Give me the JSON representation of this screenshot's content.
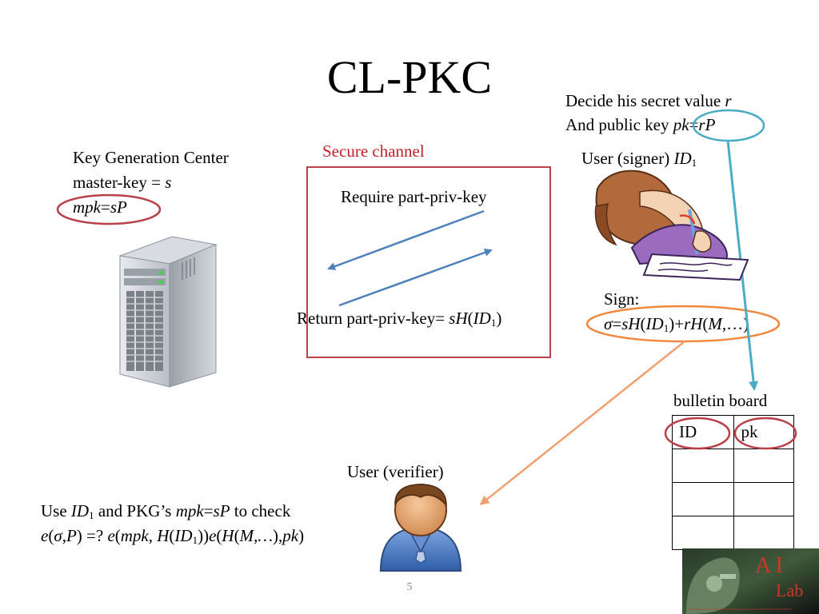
{
  "slide": {
    "title": "CL-PKC",
    "page_number": "5"
  },
  "kgc": {
    "line1": "Key Generation Center",
    "master_key_prefix": "master-key = ",
    "master_key_var": "s",
    "mpk_var": "mpk",
    "mpk_eq": "=",
    "mpk_val": "sP"
  },
  "secure_channel": {
    "label": "Secure channel",
    "require": "Require part-priv-key",
    "return_prefix": "Return part-priv-key= ",
    "return_sH": "sH",
    "return_open": "(",
    "return_id": "ID",
    "return_sub": "1",
    "return_close": ")"
  },
  "signer": {
    "decide_prefix": "Decide his secret value ",
    "decide_var": "r",
    "pubkey_prefix": "And public key ",
    "pk_var": "pk",
    "pk_eq": "=",
    "pk_val": "rP",
    "user_prefix": "User (signer) ",
    "user_id": "ID",
    "user_sub": "1",
    "sign_label": "Sign:",
    "sig_sigma": "σ",
    "sig_eq": "=",
    "sig_sH": "sH",
    "sig_open": "(",
    "sig_id": "ID",
    "sig_sub": "1",
    "sig_mid": ")+",
    "sig_rH": "rH",
    "sig_open2": "(",
    "sig_M": "M",
    "sig_rest": ",…)"
  },
  "bulletin": {
    "title": "bulletin board",
    "headers": [
      "ID",
      "pk"
    ]
  },
  "verifier": {
    "label": "User (verifier)",
    "use": "Use ",
    "id": "ID",
    "id_sub": "1",
    "and_pkg": " and PKG’s ",
    "mpk": "mpk",
    "eq": "=",
    "sP": "sP",
    "to_check": " to check",
    "e1": "e",
    "p1": "(",
    "sigma": "σ",
    "comma": ",",
    "P": "P",
    "q": ") =? ",
    "e2": "e",
    "p2": "(",
    "mpk2": "mpk, H",
    "p3": "(",
    "id2": "ID",
    "id2_sub": "1",
    "p4": "))",
    "e3": "e",
    "p5": "(",
    "HM": "H",
    "p6": "(",
    "M": "M,…",
    "p7": "),",
    "pk": "pk",
    "p8": ")"
  },
  "logo": {
    "text1": "A I",
    "text2": "Lab"
  },
  "colors": {
    "secure_box": "#c0404a",
    "blue_arrow": "#4f81bd",
    "ellipse_red": "#b94048",
    "ellipse_teal": "#4bacc6",
    "ellipse_orange": "#f0883e",
    "orange_arrow": "#f0a070"
  }
}
